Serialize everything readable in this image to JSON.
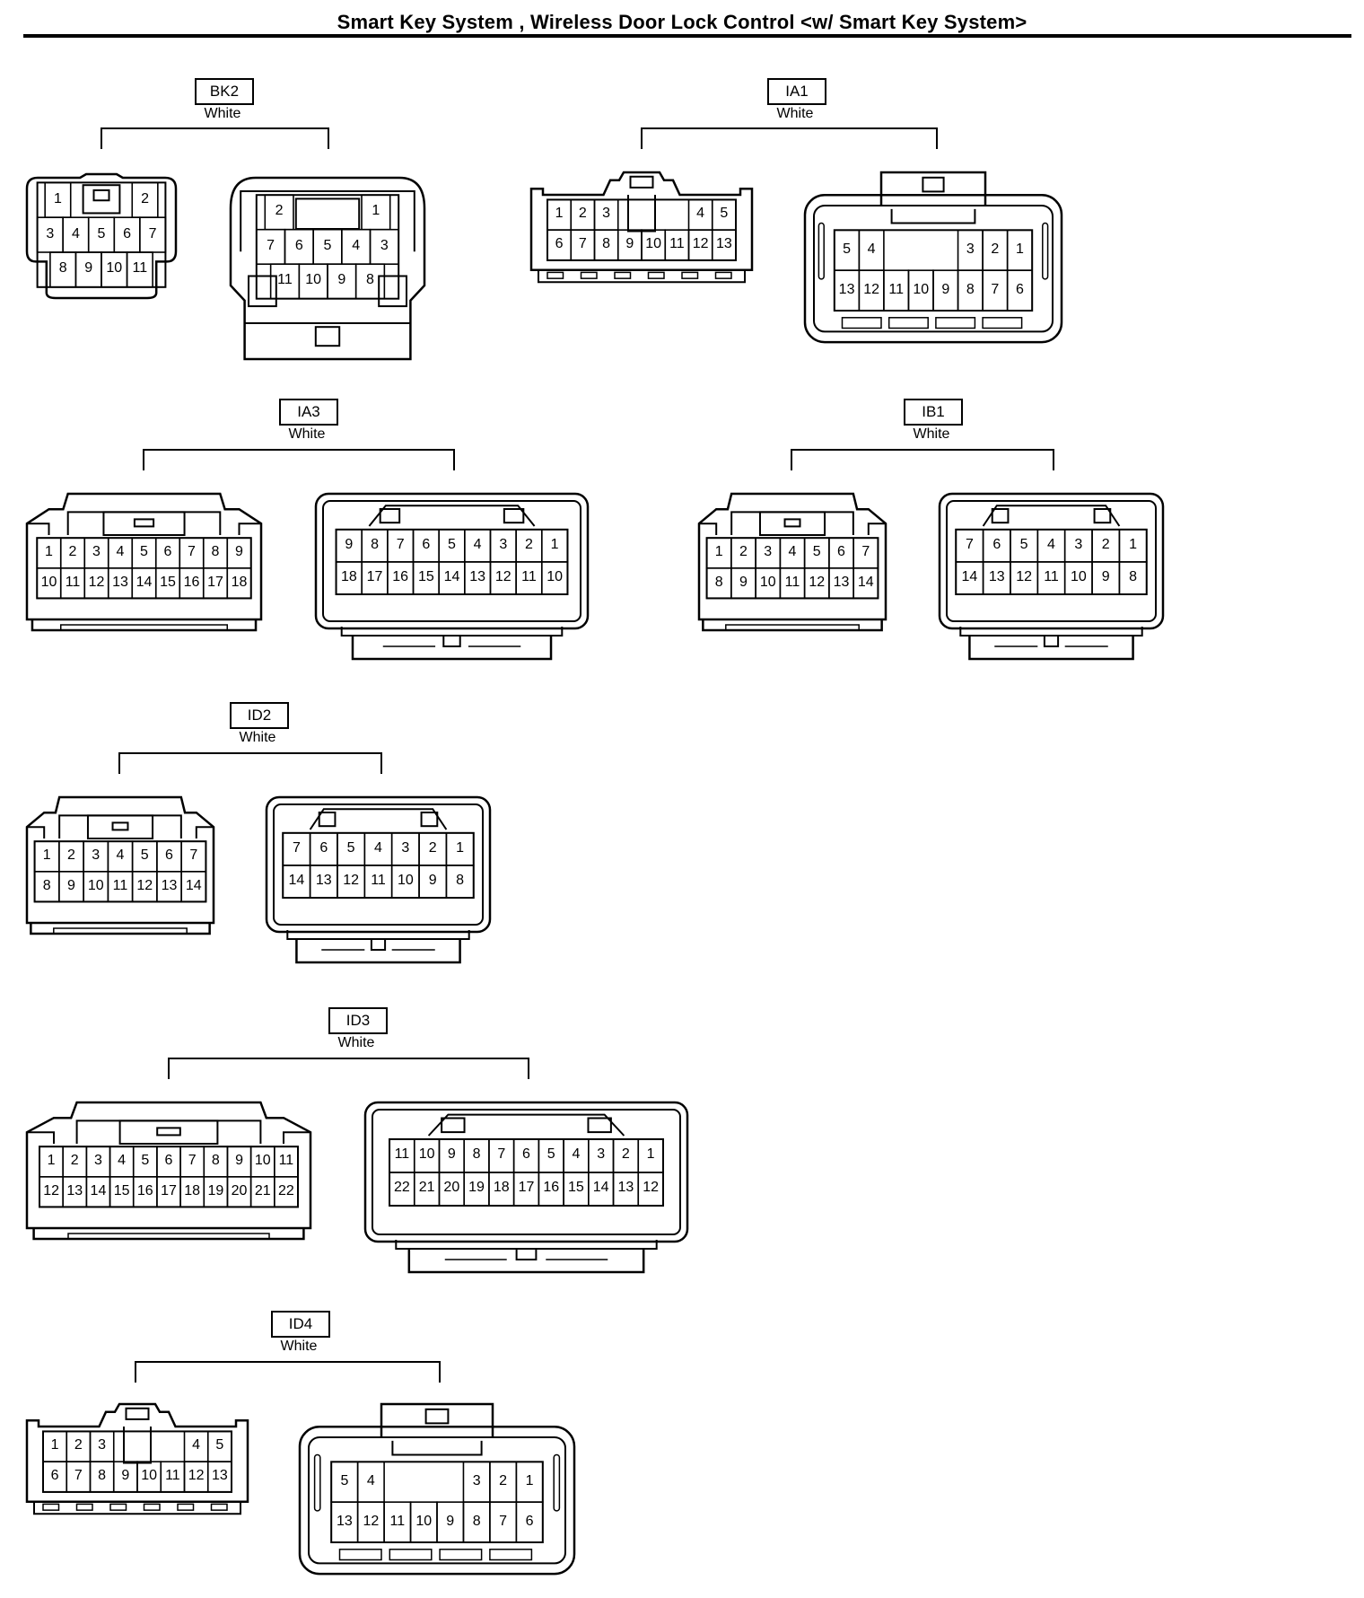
{
  "title": "Smart Key System , Wireless Door Lock Control <w/ Smart Key System>",
  "connectors": [
    {
      "code": "BK2",
      "color": "White",
      "left_view": {
        "rows": [
          [
            "1",
            "2"
          ],
          [
            "3",
            "4",
            "5",
            "6",
            "7"
          ],
          [
            "8",
            "9",
            "10",
            "11"
          ]
        ]
      },
      "right_view": {
        "rows": [
          [
            "2",
            "1"
          ],
          [
            "7",
            "6",
            "5",
            "4",
            "3"
          ],
          [
            "11",
            "10",
            "9",
            "8"
          ]
        ]
      }
    },
    {
      "code": "IA1",
      "color": "White",
      "left_view": {
        "rows": [
          [
            "1",
            "2",
            "3",
            "4",
            "5"
          ],
          [
            "6",
            "7",
            "8",
            "9",
            "10",
            "11",
            "12",
            "13"
          ]
        ]
      },
      "right_view": {
        "rows": [
          [
            "5",
            "4",
            "3",
            "2",
            "1"
          ],
          [
            "13",
            "12",
            "11",
            "10",
            "9",
            "8",
            "7",
            "6"
          ]
        ]
      }
    },
    {
      "code": "IA3",
      "color": "White",
      "left_view": {
        "rows": [
          [
            "1",
            "2",
            "3",
            "4",
            "5",
            "6",
            "7",
            "8",
            "9"
          ],
          [
            "10",
            "11",
            "12",
            "13",
            "14",
            "15",
            "16",
            "17",
            "18"
          ]
        ]
      },
      "right_view": {
        "rows": [
          [
            "9",
            "8",
            "7",
            "6",
            "5",
            "4",
            "3",
            "2",
            "1"
          ],
          [
            "18",
            "17",
            "16",
            "15",
            "14",
            "13",
            "12",
            "11",
            "10"
          ]
        ]
      }
    },
    {
      "code": "IB1",
      "color": "White",
      "left_view": {
        "rows": [
          [
            "1",
            "2",
            "3",
            "4",
            "5",
            "6",
            "7"
          ],
          [
            "8",
            "9",
            "10",
            "11",
            "12",
            "13",
            "14"
          ]
        ]
      },
      "right_view": {
        "rows": [
          [
            "7",
            "6",
            "5",
            "4",
            "3",
            "2",
            "1"
          ],
          [
            "14",
            "13",
            "12",
            "11",
            "10",
            "9",
            "8"
          ]
        ]
      }
    },
    {
      "code": "ID2",
      "color": "White",
      "left_view": {
        "rows": [
          [
            "1",
            "2",
            "3",
            "4",
            "5",
            "6",
            "7"
          ],
          [
            "8",
            "9",
            "10",
            "11",
            "12",
            "13",
            "14"
          ]
        ]
      },
      "right_view": {
        "rows": [
          [
            "7",
            "6",
            "5",
            "4",
            "3",
            "2",
            "1"
          ],
          [
            "14",
            "13",
            "12",
            "11",
            "10",
            "9",
            "8"
          ]
        ]
      }
    },
    {
      "code": "ID3",
      "color": "White",
      "left_view": {
        "rows": [
          [
            "1",
            "2",
            "3",
            "4",
            "5",
            "6",
            "7",
            "8",
            "9",
            "10",
            "11"
          ],
          [
            "12",
            "13",
            "14",
            "15",
            "16",
            "17",
            "18",
            "19",
            "20",
            "21",
            "22"
          ]
        ]
      },
      "right_view": {
        "rows": [
          [
            "11",
            "10",
            "9",
            "8",
            "7",
            "6",
            "5",
            "4",
            "3",
            "2",
            "1"
          ],
          [
            "22",
            "21",
            "20",
            "19",
            "18",
            "17",
            "16",
            "15",
            "14",
            "13",
            "12"
          ]
        ]
      }
    },
    {
      "code": "ID4",
      "color": "White",
      "left_view": {
        "rows": [
          [
            "1",
            "2",
            "3",
            "4",
            "5"
          ],
          [
            "6",
            "7",
            "8",
            "9",
            "10",
            "11",
            "12",
            "13"
          ]
        ]
      },
      "right_view": {
        "rows": [
          [
            "5",
            "4",
            "3",
            "2",
            "1"
          ],
          [
            "13",
            "12",
            "11",
            "10",
            "9",
            "8",
            "7",
            "6"
          ]
        ]
      }
    }
  ]
}
